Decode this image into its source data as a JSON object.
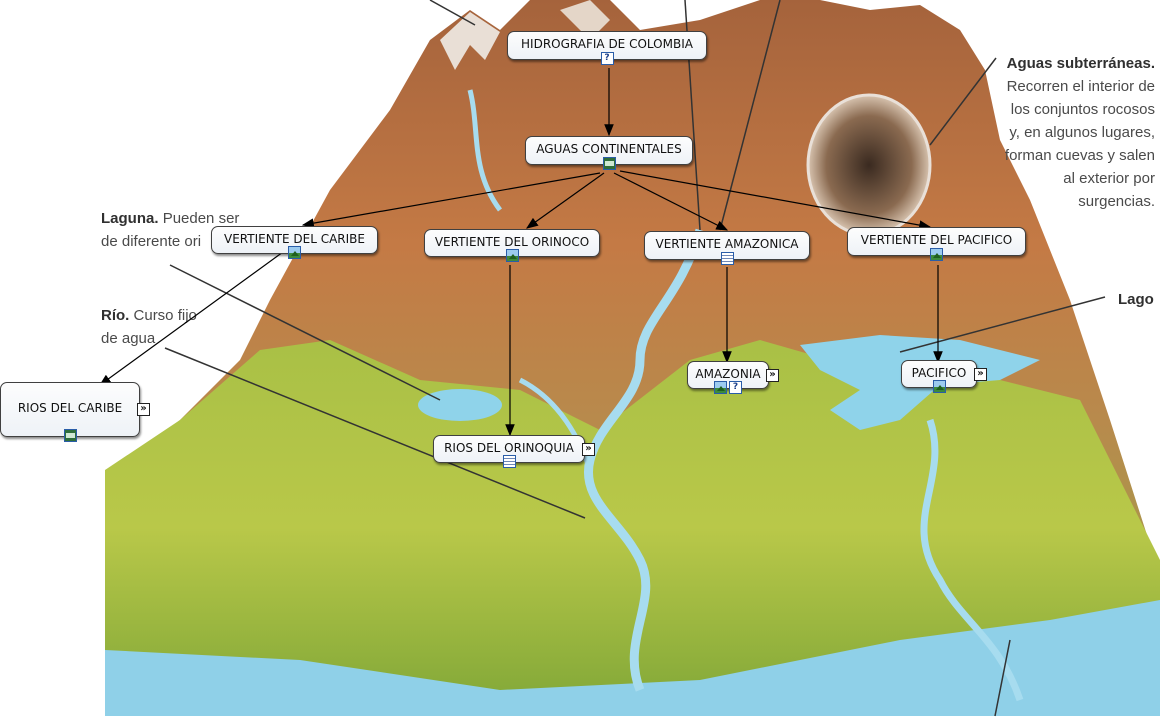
{
  "map": {
    "root": "HIDROGRAFIA DE COLOMBIA",
    "continental": "AGUAS CONTINENTALES",
    "caribe": "VERTIENTE DEL CARIBE",
    "orinoco": "VERTIENTE DEL ORINOCO",
    "amazonica": "VERTIENTE AMAZONICA",
    "pacifico_v": "VERTIENTE DEL PACIFICO",
    "rios_caribe": "RIOS DEL CARIBE",
    "rios_orinoquia": "RIOS DEL ORINOQUIA",
    "amazonia": "AMAZONIA",
    "pacifico": "PACIFICO"
  },
  "icons": {
    "root": [
      "help-icon"
    ],
    "continental": [
      "video-icon"
    ],
    "caribe": [
      "image-icon"
    ],
    "orinoco": [
      "image-icon"
    ],
    "amazonica": [
      "document-icon"
    ],
    "pacifico_v": [
      "image-icon"
    ],
    "rios_caribe": [
      "video-icon"
    ],
    "rios_orinoquia": [
      "document-icon"
    ],
    "amazonia": [
      "image-icon",
      "help-icon"
    ],
    "pacifico": [
      "image-icon"
    ]
  },
  "expand_symbol": "»",
  "background": {
    "subterraneas_title": "Aguas subterráneas.",
    "subterraneas_lines": [
      "Recorren el interior de",
      "los conjuntos rocosos",
      "y, en algunos lugares,",
      "forman cuevas y salen",
      "al exterior por",
      "surgencias."
    ],
    "laguna_title": "Laguna.",
    "laguna_text": "Pueden ser",
    "laguna_line2": "de diferente ori",
    "rio_title": "Río.",
    "rio_text": "Curso fijo",
    "rio_line2": "de agua",
    "lago": "Lago"
  },
  "colors": {
    "node_border": "#404040",
    "connector": "#000000",
    "icon_border": "#2a5da8"
  }
}
